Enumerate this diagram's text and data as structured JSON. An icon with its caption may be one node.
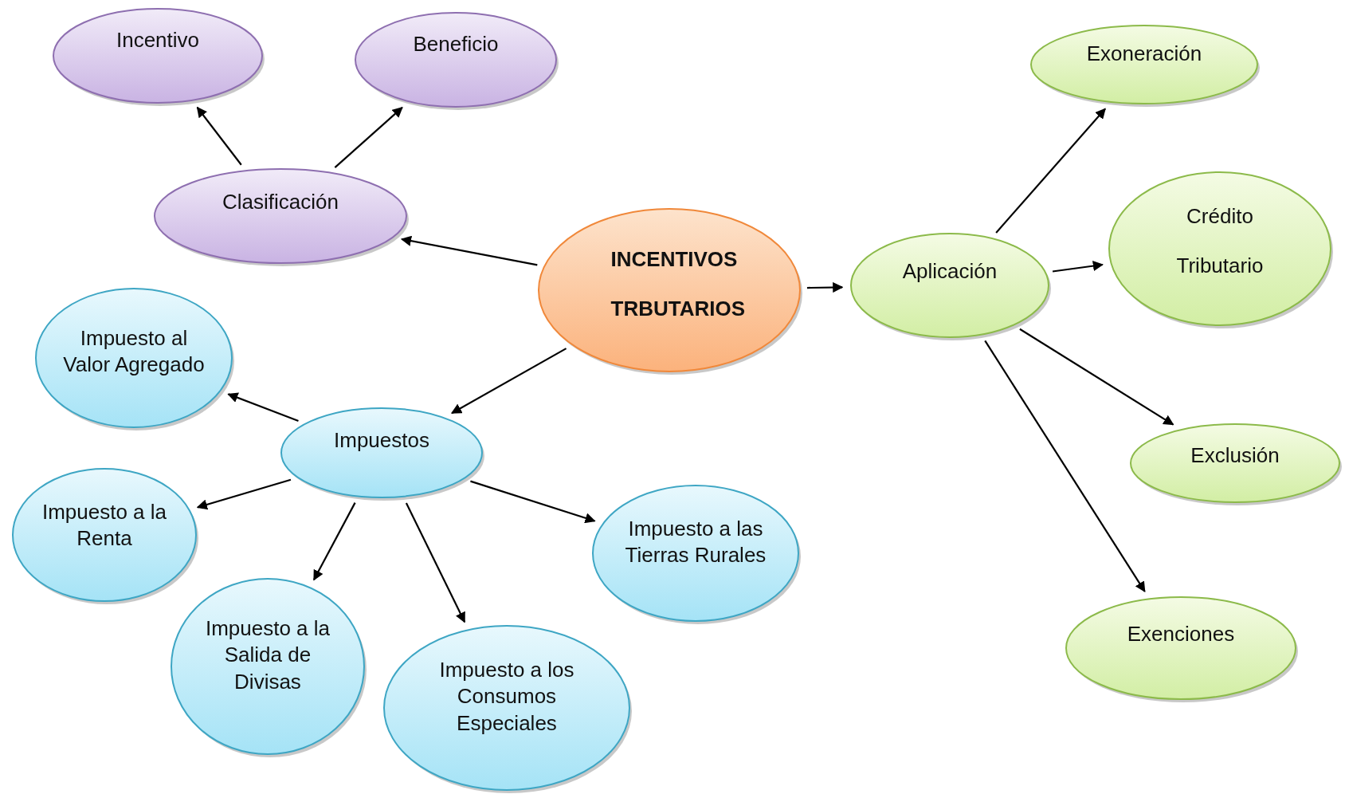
{
  "diagram": {
    "nodes": [
      {
        "text": [
          "INCENTIVOS TRBUTARIOS"
        ]
      },
      {
        "text": [
          "Clasificación"
        ]
      },
      {
        "text": [
          "Incentivo"
        ]
      },
      {
        "text": [
          "Beneficio"
        ]
      },
      {
        "text": [
          "Impuestos"
        ]
      },
      {
        "text": [
          "Impuesto al Valor Agregado"
        ]
      },
      {
        "text": [
          "Impuesto a la Renta"
        ]
      },
      {
        "text": [
          "Impuesto a la Salida de Divisas"
        ]
      },
      {
        "text": [
          "Impuesto a los Consumos Especiales"
        ]
      },
      {
        "text": [
          "Impuesto a las Tierras Rurales"
        ]
      },
      {
        "text": [
          "Aplicación"
        ]
      },
      {
        "text": [
          "Exoneración"
        ]
      },
      {
        "text": [
          "Crédito Tributario"
        ]
      },
      {
        "text": [
          "Exclusión"
        ]
      },
      {
        "text": [
          "Exenciones"
        ]
      }
    ],
    "edges": [
      {
        "from": 0,
        "to": 1,
        "arrow": "to"
      },
      {
        "from": 1,
        "to": 2,
        "arrow": "to"
      },
      {
        "from": 1,
        "to": 3,
        "arrow": "to"
      },
      {
        "from": 0,
        "to": 4,
        "arrow": "to"
      },
      {
        "from": 4,
        "to": 5,
        "arrow": "to"
      },
      {
        "from": 4,
        "to": 6,
        "arrow": "to"
      },
      {
        "from": 4,
        "to": 7,
        "arrow": "to"
      },
      {
        "from": 4,
        "to": 8,
        "arrow": "to"
      },
      {
        "from": 4,
        "to": 9,
        "arrow": "to"
      },
      {
        "from": 0,
        "to": 10,
        "arrow": "to"
      },
      {
        "from": 10,
        "to": 11,
        "arrow": "to"
      },
      {
        "from": 10,
        "to": 12,
        "arrow": "to"
      },
      {
        "from": 10,
        "to": 13,
        "arrow": "to"
      },
      {
        "from": 10,
        "to": 14,
        "arrow": "to"
      }
    ]
  }
}
